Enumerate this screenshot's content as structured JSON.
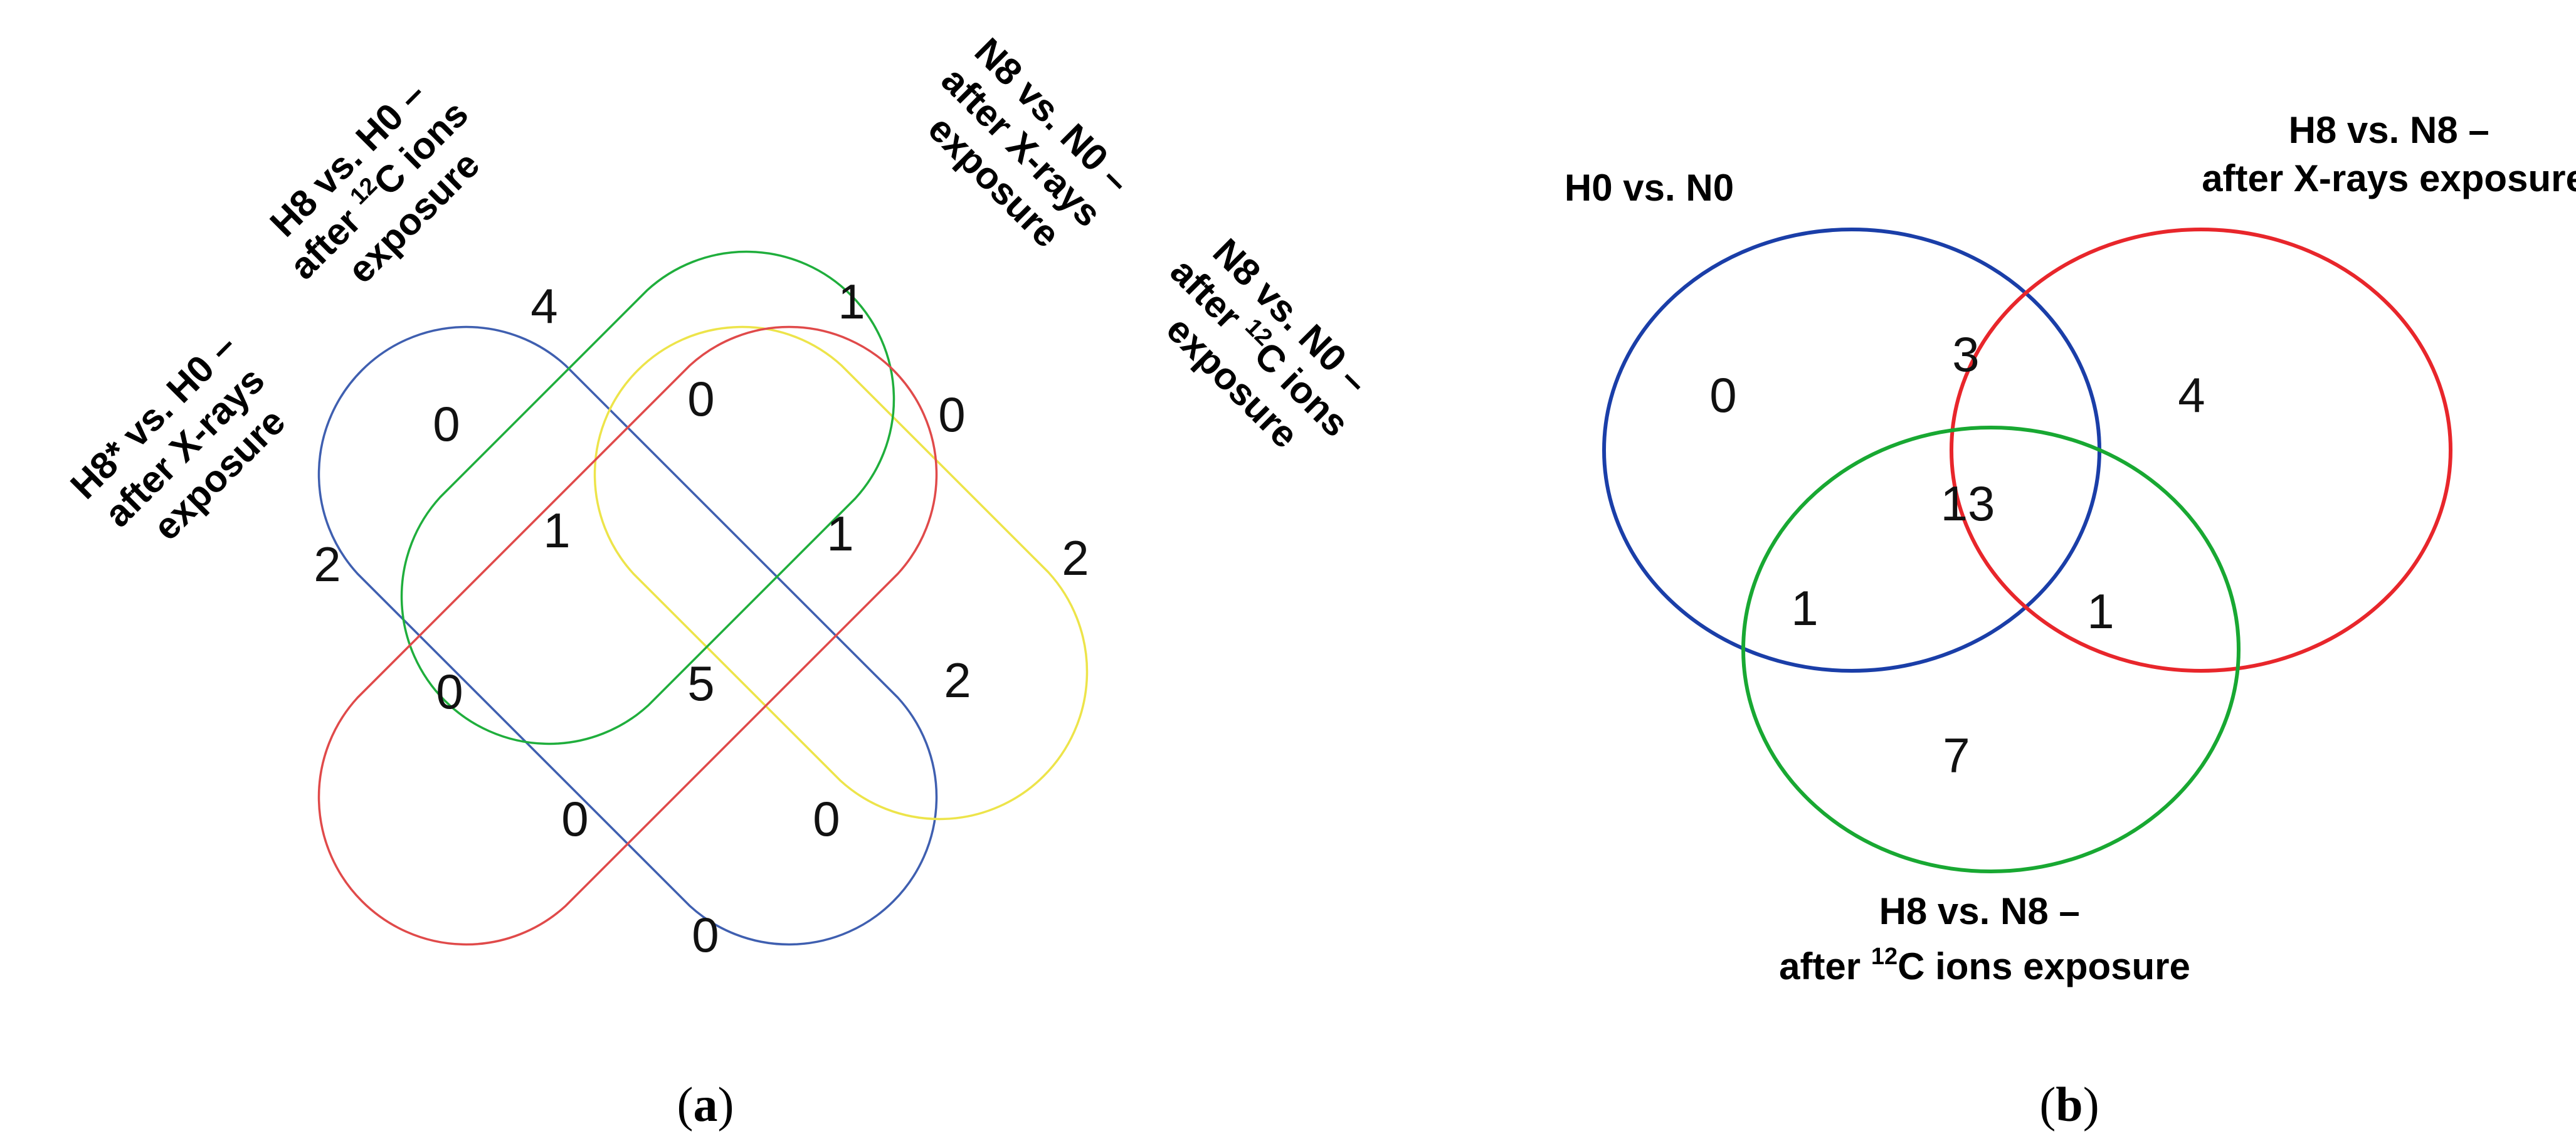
{
  "panel_a": {
    "panel_label": {
      "open": "(",
      "letter": "a",
      "close": ")"
    },
    "colors": {
      "blue": "#3f5fb0",
      "red": "#e04a4a",
      "green": "#1fae3c",
      "yellow": "#ede44a"
    },
    "sets": {
      "blue": {
        "lines": [
          "H8* vs. H0 –",
          "after X-rays",
          "exposure"
        ]
      },
      "red": {
        "line1": "H8 vs. H0 –",
        "line2_before": "after ",
        "line2_sup": "12",
        "line2_after": "C ions",
        "line3": "exposure"
      },
      "green": {
        "lines": [
          "N8 vs. N0 –",
          "after X-rays",
          "exposure"
        ]
      },
      "yellow": {
        "line1": "N8 vs. N0 –",
        "line2_before": "after ",
        "line2_sup": "12",
        "line2_after": "C ions",
        "line3": "exposure"
      }
    },
    "counts": {
      "red_only": "4",
      "green_only": "1",
      "blue_only": "2",
      "yellow_only": "2",
      "blue_red": "0",
      "red_green": "0",
      "green_yellow": "0",
      "blue_red_green": "1",
      "red_green_yellow": "1",
      "blue_green": "0",
      "all_four": "5",
      "red_yellow": "2",
      "blue_green_yellow": "0",
      "blue_red_yellow": "0",
      "blue_yellow": "0"
    }
  },
  "panel_b": {
    "panel_label": {
      "open": "(",
      "letter": "b",
      "close": ")"
    },
    "colors": {
      "blue": "#1a3ea8",
      "red": "#e8262b",
      "green": "#18a832"
    },
    "sets": {
      "blue": {
        "line1": "H0 vs. N0"
      },
      "red": {
        "line1": "H8 vs. N8 –",
        "line2": "after X-rays exposure"
      },
      "green": {
        "line1": "H8 vs. N8 –",
        "line2_before": "after ",
        "line2_sup": "12",
        "line2_after": "C ions exposure"
      }
    },
    "counts": {
      "blue_only": "0",
      "red_only": "4",
      "green_only": "7",
      "blue_red": "3",
      "blue_green": "1",
      "red_green": "1",
      "all_three": "13"
    }
  }
}
